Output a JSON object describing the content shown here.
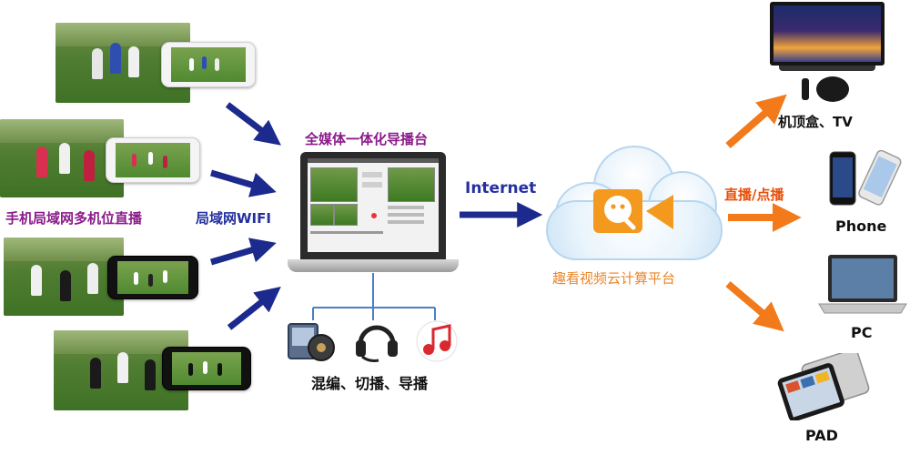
{
  "labels": {
    "multi_camera": "手机局域网多机位直播",
    "lan_wifi": "局域网WIFI",
    "director_console": "全媒体一体化导播台",
    "internet": "Internet",
    "cloud_platform": "趣看视频云计算平台",
    "live_vod": "直播/点播",
    "editing_functions": "混编、切播、导播"
  },
  "devices": {
    "settop_tv": "机顶盒、TV",
    "phone": "Phone",
    "pc": "PC",
    "pad": "PAD"
  },
  "colors": {
    "arrow_blue": "#1b2a8c",
    "arrow_orange": "#f27a1a",
    "label_purple": "#8b1a8b",
    "label_blue": "#2430a0",
    "label_orange": "#e8862a",
    "logo_orange": "#f39a1e"
  },
  "icons": [
    "photo-video-icon",
    "headset-icon",
    "music-notes-icon",
    "cloud-icon",
    "video-camera-logo-icon"
  ]
}
